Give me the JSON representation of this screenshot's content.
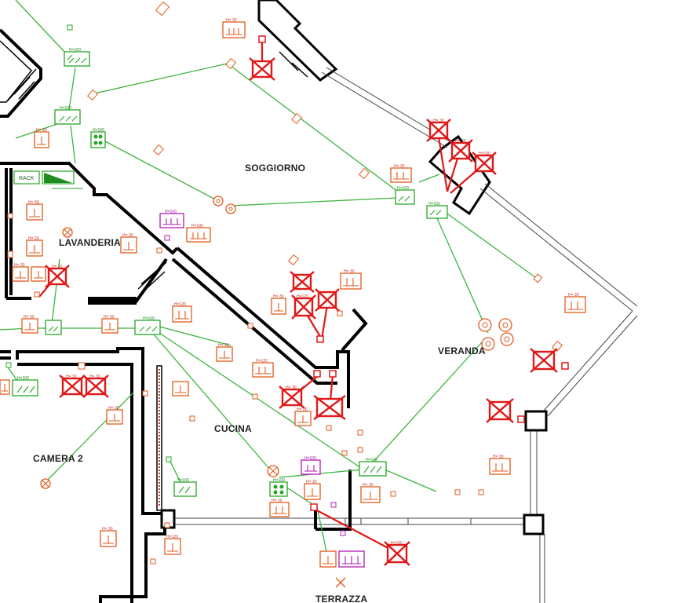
{
  "rooms": {
    "soggiorno": "SOGGIORNO",
    "lavanderia": "LAVANDERIA",
    "veranda": "VERANDA",
    "cucina": "CUCINA",
    "camera2": "CAMERA 2",
    "terrazza": "TERRAZZA"
  },
  "rack_label": "RACK",
  "height_labels": {
    "h30": "H= 30",
    "h100": "H=100",
    "h120": "H=120"
  },
  "colors": {
    "wiring": "#3cb43c",
    "socket": "#e25a1c",
    "light_point": "#e01818",
    "data_outlet": "#b01cb0",
    "walls": "#000000"
  }
}
